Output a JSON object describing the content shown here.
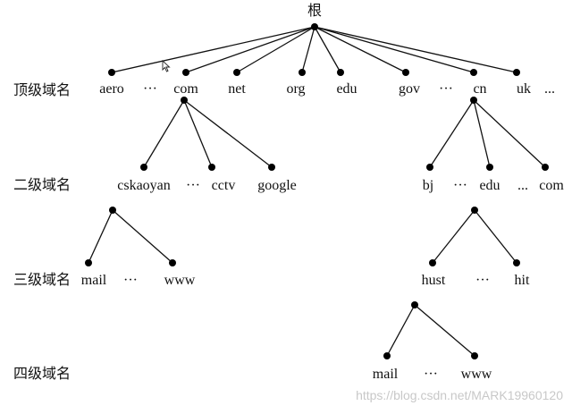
{
  "root_label": "根",
  "levels": [
    "顶级域名",
    "二级域名",
    "三级域名",
    "四级域名"
  ],
  "top_level": [
    "aero",
    "···",
    "com",
    "net",
    "org",
    "edu",
    "gov",
    "···",
    "cn",
    "uk",
    "..."
  ],
  "com_children": [
    "cskaoyan",
    "···",
    "cctv",
    "google"
  ],
  "cskaoyan_children": [
    "mail",
    "···",
    "www"
  ],
  "cn_children": [
    "bj",
    "···",
    "edu",
    "...",
    "com"
  ],
  "cn_edu_children": [
    "hust",
    "···",
    "hit"
  ],
  "hust_children": [
    "mail",
    "···",
    "www"
  ],
  "watermark": "https://blog.csdn.net/MARK19960120",
  "colors": {
    "line": "#111111",
    "node": "#000000",
    "watermark": "#c8c8c8"
  },
  "icons": {
    "cursor": "mouse-pointer-icon"
  }
}
